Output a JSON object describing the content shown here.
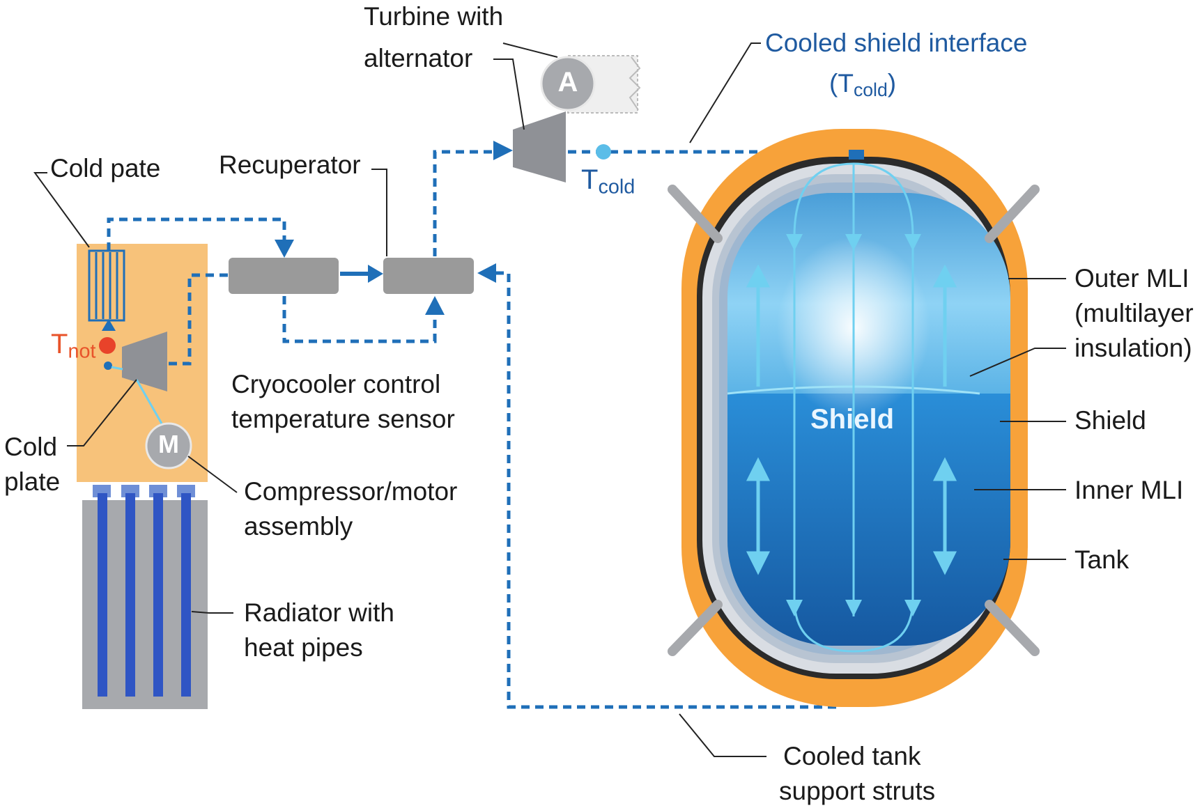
{
  "labels": {
    "turbine_line1": "Turbine with",
    "turbine_line2": "alternator",
    "shield_interface_line1": "Cooled shield interface",
    "shield_interface_paren_open": "(T",
    "shield_interface_sub": "cold",
    "shield_interface_paren_close": ")",
    "cold_pate": "Cold pate",
    "recuperator": "Recuperator",
    "tcold_main": "T",
    "tcold_sub": "cold",
    "thot_main": "T",
    "thot_sub": "not",
    "sensor_line1": "Cryocooler control",
    "sensor_line2": "temperature sensor",
    "cold_plate_line1": "Cold",
    "cold_plate_line2": "plate",
    "compressor_line1": "Compressor/motor",
    "compressor_line2": "assembly",
    "radiator_line1": "Radiator with",
    "radiator_line2": "heat pipes",
    "outer_mli_line1": "Outer MLI",
    "outer_mli_line2": "(multilayer",
    "outer_mli_line3": "insulation)",
    "shield": "Shield",
    "inner_mli": "Inner MLI",
    "tank": "Tank",
    "struts_line1": "Cooled tank",
    "struts_line2": "support struts",
    "tank_center_label": "Shield",
    "alternator_glyph": "A",
    "motor_glyph": "M"
  },
  "colors": {
    "flow_line": "#1f6fb8",
    "panel_orange": "#f7c27a",
    "outer_mli_orange": "#f7a23a",
    "component_gray": "#9a9a9a",
    "heat_pipe_blue": "#2f55c4",
    "sensor_red": "#e8432a",
    "liquid_blue": "#1f7fd0",
    "label_blue": "#1f5aa0"
  }
}
